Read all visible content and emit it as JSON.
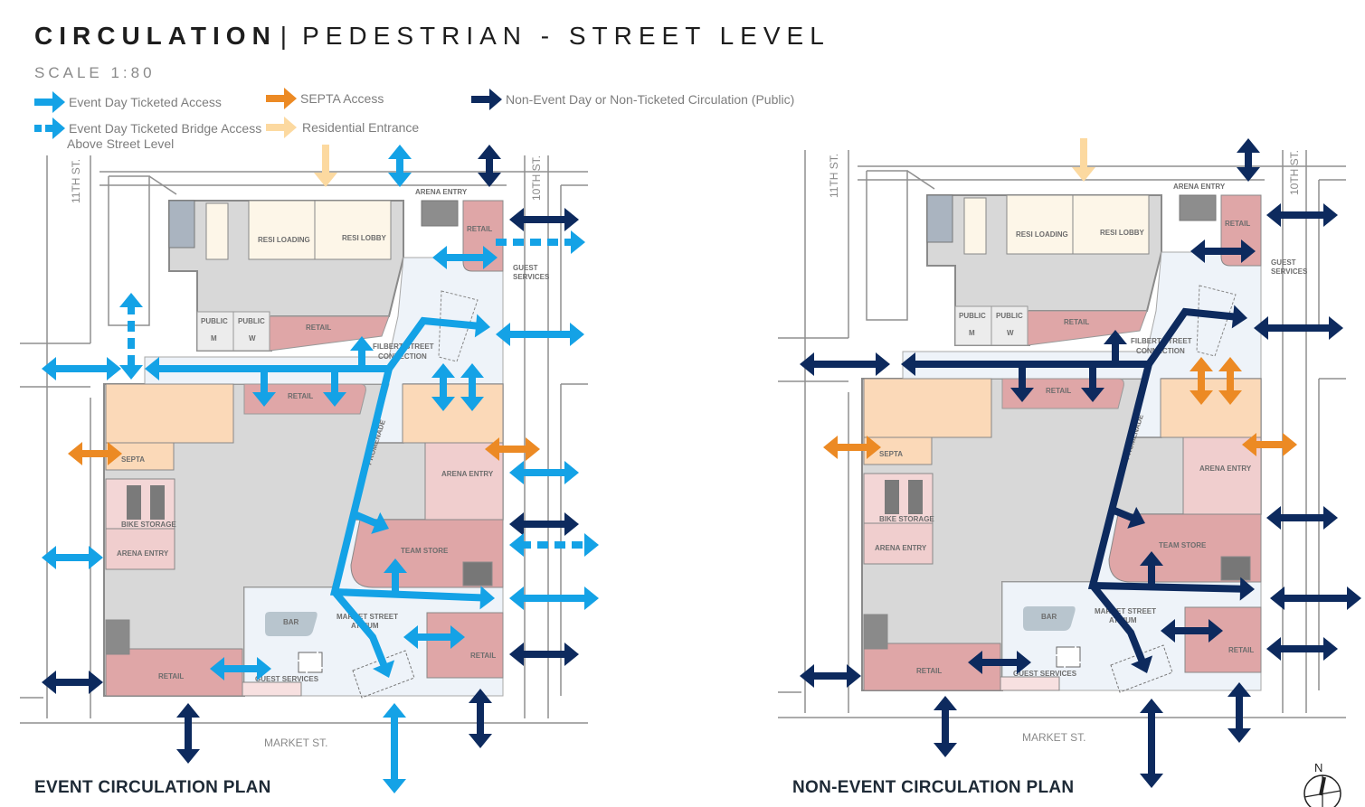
{
  "header": {
    "title_bold": "CIRCULATION",
    "separator": "|",
    "title_rest": "PEDESTRIAN - STREET LEVEL",
    "scale": "SCALE 1:80"
  },
  "legend": {
    "event_ticketed": "Event Day Ticketed Access",
    "event_bridge": "Event Day Ticketed Bridge Access",
    "event_bridge_sub": "Above Street Level",
    "septa": "SEPTA  Access",
    "residential": "Residential Entrance",
    "non_event": "Non-Event Day or Non-Ticketed Circulation (Public)"
  },
  "labels": {
    "resi_loading": "RESI LOADING",
    "resi_lobby": "RESI LOBBY",
    "arena_entry_top": "ARENA ENTRY",
    "retail": "RETAIL",
    "guest_services_1": "GUEST",
    "guest_services_2": "SERVICES",
    "public": "PUBLIC",
    "m": "M",
    "w": "W",
    "filbert_1": "FILBERT STREET",
    "filbert_2": "CONNECTION",
    "septa": "SEPTA",
    "bike_storage": "BIKE STORAGE",
    "arena_entry": "ARENA ENTRY",
    "promenade": "PROMENADE",
    "team_store": "TEAM STORE",
    "bar": "BAR",
    "atrium_1": "MARKET STREET",
    "atrium_2": "ATRIUM",
    "guest_services": "GUEST SERVICES",
    "eleventh": "11TH ST.",
    "tenth": "10TH ST.",
    "market": "MARKET ST."
  },
  "plans": [
    {
      "title": "EVENT CIRCULATION PLAN"
    },
    {
      "title": "NON-EVENT CIRCULATION PLAN"
    }
  ],
  "compass": "N",
  "colors": {
    "event": "#14a2e6",
    "non_event": "#0d2a5e",
    "septa": "#ec8a24",
    "residential": "#fcd9a0"
  }
}
